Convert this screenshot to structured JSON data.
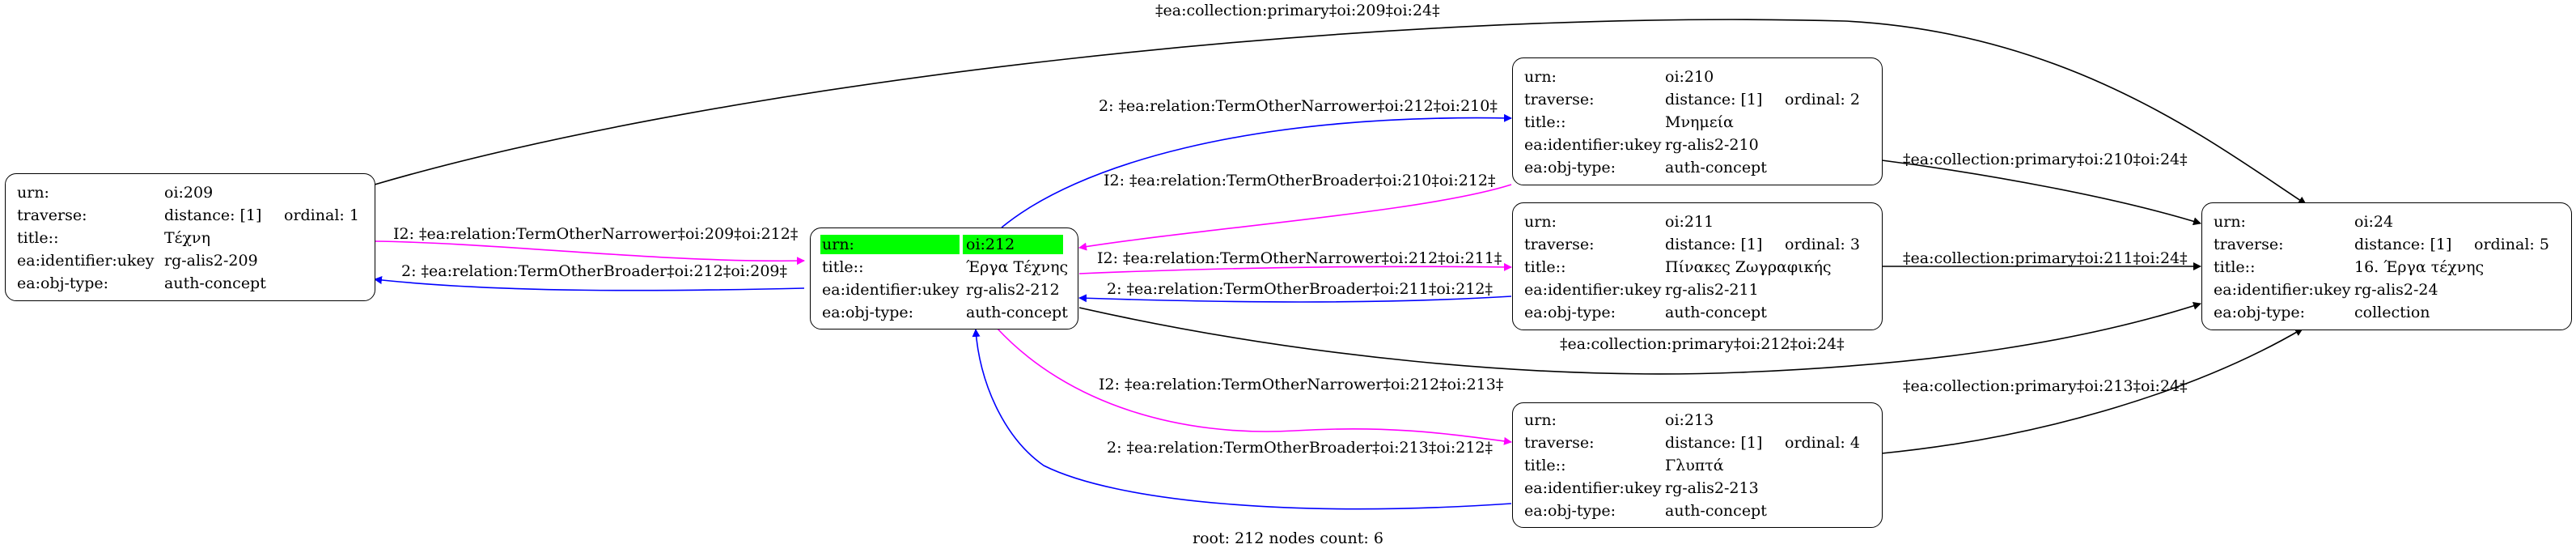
{
  "colors": {
    "narrower": "#ff00ff",
    "broader": "#0000ff",
    "primary": "#000000",
    "highlight": "#00ff00"
  },
  "nodes": {
    "n209": {
      "rows": [
        {
          "k": "urn:",
          "v": "oi:209"
        },
        {
          "k": "traverse:",
          "v": "distance: [1]",
          "extra": "ordinal: 1"
        },
        {
          "k": "title::",
          "v": "Τέχνη"
        },
        {
          "k": "ea:identifier:ukey",
          "v": "rg-alis2-209"
        },
        {
          "k": "ea:obj-type:",
          "v": "auth-concept"
        }
      ]
    },
    "n212": {
      "rows": [
        {
          "k": "urn:",
          "v": "oi:212"
        },
        {
          "k": "title::",
          "v": "Έργα Τέχνης"
        },
        {
          "k": "ea:identifier:ukey",
          "v": "rg-alis2-212"
        },
        {
          "k": "ea:obj-type:",
          "v": "auth-concept"
        }
      ]
    },
    "n210": {
      "rows": [
        {
          "k": "urn:",
          "v": "oi:210"
        },
        {
          "k": "traverse:",
          "v": "distance: [1]",
          "extra": "ordinal: 2"
        },
        {
          "k": "title::",
          "v": "Μνημεία"
        },
        {
          "k": "ea:identifier:ukey",
          "v": "rg-alis2-210"
        },
        {
          "k": "ea:obj-type:",
          "v": "auth-concept"
        }
      ]
    },
    "n211": {
      "rows": [
        {
          "k": "urn:",
          "v": "oi:211"
        },
        {
          "k": "traverse:",
          "v": "distance: [1]",
          "extra": "ordinal: 3"
        },
        {
          "k": "title::",
          "v": "Πίνακες Ζωγραφικής"
        },
        {
          "k": "ea:identifier:ukey",
          "v": "rg-alis2-211"
        },
        {
          "k": "ea:obj-type:",
          "v": "auth-concept"
        }
      ]
    },
    "n213": {
      "rows": [
        {
          "k": "urn:",
          "v": "oi:213"
        },
        {
          "k": "traverse:",
          "v": "distance: [1]",
          "extra": "ordinal: 4"
        },
        {
          "k": "title::",
          "v": "Γλυπτά"
        },
        {
          "k": "ea:identifier:ukey",
          "v": "rg-alis2-213"
        },
        {
          "k": "ea:obj-type:",
          "v": "auth-concept"
        }
      ]
    },
    "n24": {
      "rows": [
        {
          "k": "urn:",
          "v": "oi:24"
        },
        {
          "k": "traverse:",
          "v": "distance: [1]",
          "extra": "ordinal: 5"
        },
        {
          "k": "title::",
          "v": "16. Έργα τέχνης"
        },
        {
          "k": "ea:identifier:ukey",
          "v": "rg-alis2-24"
        },
        {
          "k": "ea:obj-type:",
          "v": "collection"
        }
      ]
    }
  },
  "edges": {
    "e_209_212": "I2: ‡ea:relation:TermOtherNarrower‡oi:209‡oi:212‡",
    "e_212_209": "2: ‡ea:relation:TermOtherBroader‡oi:212‡oi:209‡",
    "e_212_210": "2: ‡ea:relation:TermOtherNarrower‡oi:212‡oi:210‡",
    "e_210_212": "I2: ‡ea:relation:TermOtherBroader‡oi:210‡oi:212‡",
    "e_212_211": "I2: ‡ea:relation:TermOtherNarrower‡oi:212‡oi:211‡",
    "e_211_212": "2: ‡ea:relation:TermOtherBroader‡oi:211‡oi:212‡",
    "e_212_213": "I2: ‡ea:relation:TermOtherNarrower‡oi:212‡oi:213‡",
    "e_213_212": "2: ‡ea:relation:TermOtherBroader‡oi:213‡oi:212‡",
    "e_209_24": "‡ea:collection:primary‡oi:209‡oi:24‡",
    "e_210_24": "‡ea:collection:primary‡oi:210‡oi:24‡",
    "e_211_24": "‡ea:collection:primary‡oi:211‡oi:24‡",
    "e_212_24": "‡ea:collection:primary‡oi:212‡oi:24‡",
    "e_213_24": "‡ea:collection:primary‡oi:213‡oi:24‡"
  },
  "footer": "root: 212 nodes count: 6"
}
